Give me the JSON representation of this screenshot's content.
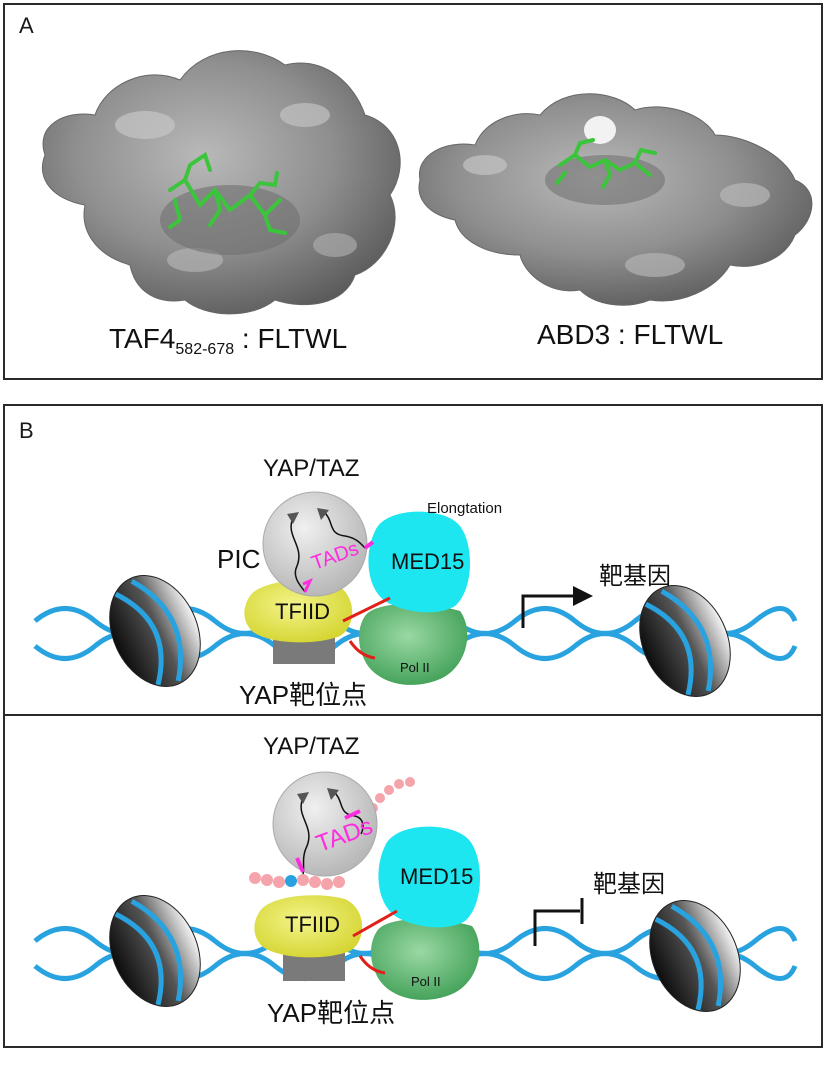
{
  "panel_a": {
    "letter": "A",
    "left_caption": {
      "main": "TAF4",
      "subscript": "582-678",
      "suffix": " : FLTWL"
    },
    "right_caption": "ABD3 : FLTWL"
  },
  "panel_b": {
    "letter": "B",
    "top": {
      "yap_taz": "YAP/TAZ",
      "pic": "PIC",
      "tads": "TADs",
      "med15": "MED15",
      "elongation": "Elongtation",
      "tfiid": "TFIID",
      "pol2": "Pol II",
      "target_gene": "靶基因",
      "target_site": "YAP靶位点"
    },
    "bottom": {
      "yap_taz": "YAP/TAZ",
      "tads": "TADs",
      "med15": "MED15",
      "tfiid": "TFIID",
      "pol2": "Pol II",
      "target_gene": "靶基因",
      "target_site": "YAP靶位点"
    }
  },
  "colors": {
    "protein_surface": "#8c8c8c",
    "ligand": "#3cc43c",
    "dna": "#29a3e0",
    "yap_sphere": "#d4d4d4",
    "tads": "#ff2bdf",
    "med15": "#1ee6f0",
    "tfiid": "#e0e04a",
    "pol2": "#4fb866",
    "link": "#e0201a",
    "peptide": "#f4a4aa"
  }
}
